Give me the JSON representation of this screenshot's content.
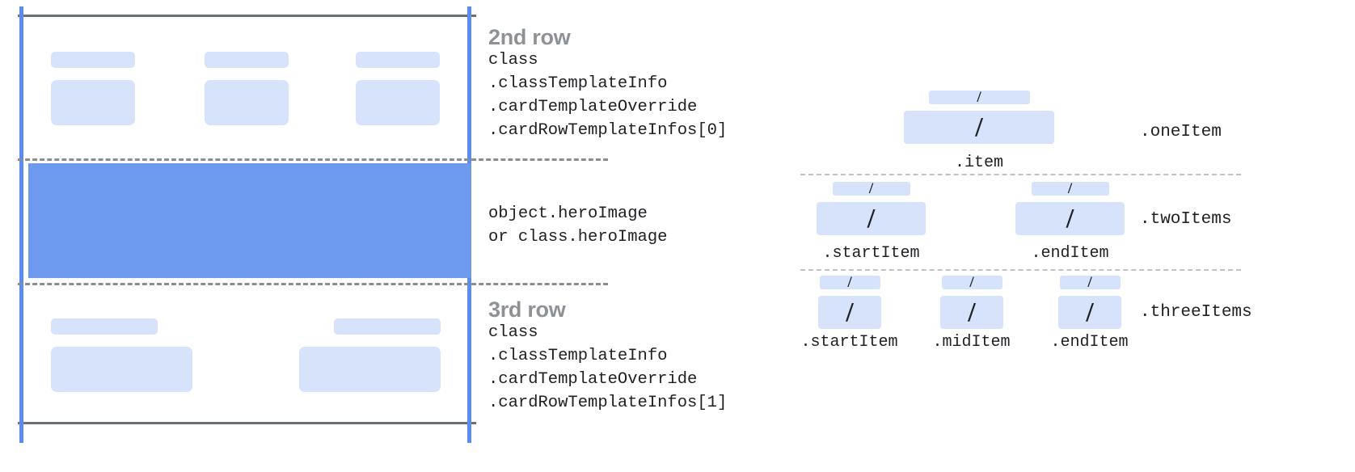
{
  "card_diagram": {
    "rows": [
      {
        "title": "2nd row",
        "code": "class\n.classTemplateInfo\n.cardTemplateOverride\n.cardRowTemplateInfos[0]"
      },
      {
        "title": "",
        "code": "object.heroImage\nor class.heroImage"
      },
      {
        "title": "3rd row",
        "code": "class\n.classTemplateInfo\n.cardTemplateOverride\n.cardRowTemplateInfos[1]"
      }
    ],
    "colors": {
      "hero_band": "#6d9aee",
      "placeholder": "#d7e3fb",
      "guide_line": "#5b8def",
      "rule": "#6b6f76",
      "title_text": "#8e9196",
      "code_text": "#202124"
    }
  },
  "item_diagram": {
    "slash_glyph": "/",
    "variants": [
      {
        "label": ".oneItem",
        "items": [
          {
            "sub_label": ".item"
          }
        ]
      },
      {
        "label": ".twoItems",
        "items": [
          {
            "sub_label": ".startItem"
          },
          {
            "sub_label": ".endItem"
          }
        ]
      },
      {
        "label": ".threeItems",
        "items": [
          {
            "sub_label": ".startItem"
          },
          {
            "sub_label": ".midItem"
          },
          {
            "sub_label": ".endItem"
          }
        ]
      }
    ]
  }
}
